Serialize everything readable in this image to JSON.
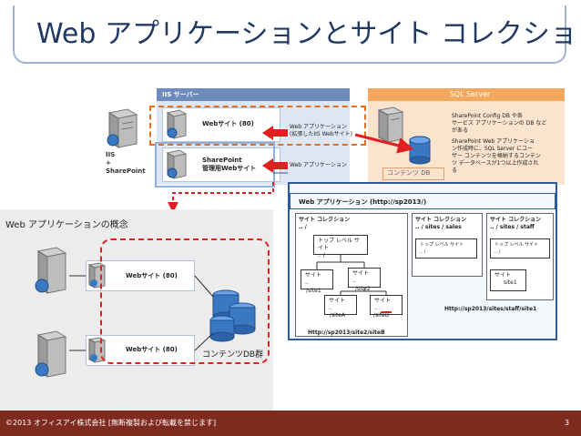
{
  "title": "Web アプリケーションとサイト コレクション",
  "iis_header": "IIS サーバー",
  "sql_header": "SQL Server",
  "iis_sharepoint": [
    "IIS",
    "+",
    "SharePoint"
  ],
  "top_site_1": "Webサイト (80)",
  "top_site_2": [
    "SharePoint",
    "管理用Webサイト"
  ],
  "webapp_label_1": [
    "Web アプリケーション",
    "(拡張したIIS Webサイト)"
  ],
  "webapp_label_2": "Web アプリケーション",
  "sql_desc_1": [
    "SharePoint Config DB や各",
    "サービス アプリケーションの DB など",
    "がある"
  ],
  "sql_desc_2": [
    "SharePoint Web アプリケーショ",
    "ン作成時に、SQL Server にユー",
    "ザー コンテンツを格納するコンテン",
    "ツ データベースが1つ以上作成され",
    "る"
  ],
  "content_db": "コンテンツ DB",
  "concept_title": "Web アプリケーションの概念",
  "concept_site_1": "Webサイト (80)",
  "concept_site_2": "Webサイト (80)",
  "content_db_group": "コンテンツDB群",
  "webapp_url_header": "Web アプリケーション (http://sp2013/)",
  "sc1": {
    "title": "サイト コレクション",
    "path": ".. /"
  },
  "sc2": {
    "title": "サイト コレクション",
    "path": ".. / sites / sales"
  },
  "sc3": {
    "title": "サイト コレクション",
    "path": ".. / sites / staff"
  },
  "top_level_site": [
    "トップ レベル サイト",
    ".. /"
  ],
  "top_level_site_small": [
    "トップ レベル サイト",
    ".. /"
  ],
  "site_label": "サイト",
  "site1_path": "/site1",
  "site2_path": "/site2",
  "siteA_path": "/siteA",
  "siteB_path": "/siteB",
  "site_dots": "..",
  "site1_staff_path": "site1",
  "url_siteB": "Http://sp2013/site2/siteB",
  "url_staff": "Http://sp2013/sites/staff/site1",
  "footer": "©2013 オフィスアイ株式会社 [無断複製および転載を禁じます]",
  "page_number": "3",
  "colors": {
    "iis_blue": "#6e8bbd",
    "sql_orange": "#f3a85d",
    "arrow_red": "#e02020",
    "footer": "#7f2a1e",
    "title": "#1f3864"
  }
}
